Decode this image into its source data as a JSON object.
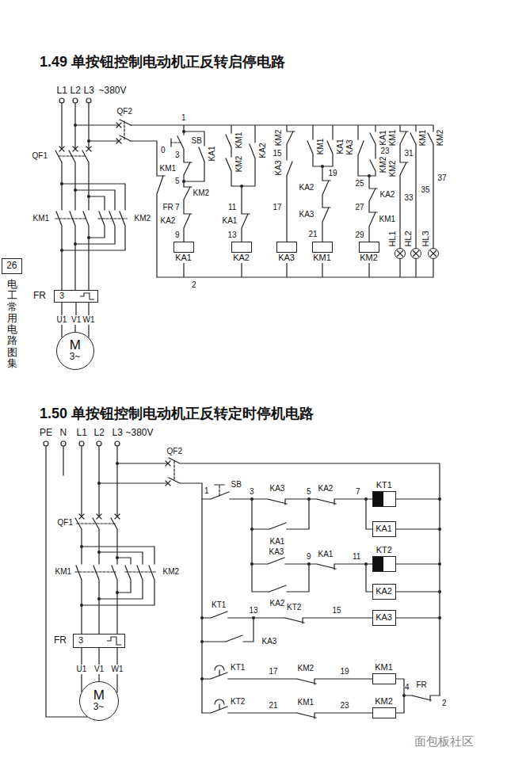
{
  "diagram": {
    "title": "1.49 单按钮控制电动机正反转启停电路",
    "nodes": [
      {
        "text": [
          "KA1"
        ]
      },
      {
        "text": [
          "KA2"
        ]
      },
      {
        "text": [
          "KA3"
        ]
      },
      {
        "text": [
          "KM1"
        ]
      },
      {
        "text": [
          "KM2"
        ]
      },
      {
        "text": [
          "HL1"
        ]
      },
      {
        "text": [
          "HL2"
        ]
      },
      {
        "text": [
          "HL3"
        ]
      },
      {
        "text": [
          "3"
        ]
      },
      {
        "text": [
          "M",
          "3~"
        ]
      },
      {
        "text": [
          "26"
        ]
      },
      {
        "text": [
          "KT1"
        ]
      },
      {
        "text": [
          "KA1"
        ]
      },
      {
        "text": [
          "KT2"
        ]
      },
      {
        "text": [
          "KA2"
        ]
      },
      {
        "text": [
          "KA3"
        ]
      },
      {
        "text": [
          "KM1"
        ]
      },
      {
        "text": [
          "KM2"
        ]
      },
      {
        "text": [
          "3"
        ]
      },
      {
        "text": [
          "M",
          "3~"
        ]
      }
    ],
    "edges": [
      {
        "from": 8,
        "to": 9,
        "arrow": "none"
      },
      {
        "from": 18,
        "to": 19,
        "arrow": "none"
      }
    ],
    "labels": [
      "L1",
      "L2",
      "L3",
      "~380V",
      "QF2",
      "QF1",
      "KM1",
      "KM2",
      "FR",
      "U1",
      "V1",
      "W1",
      "1",
      "0",
      "SB",
      "3",
      "KM1",
      "FR",
      "5",
      "KM2",
      "7",
      "KA2",
      "9",
      "KA1",
      "KM1",
      "KM2",
      "KA2",
      "11",
      "KA1",
      "13",
      "KM2",
      "15",
      "KA3",
      "17",
      "KM1",
      "KA1",
      "19",
      "KA2",
      "KA3",
      "21",
      "KA3",
      "KA1",
      "23",
      "KM2",
      "25",
      "KA2",
      "27",
      "KM1",
      "29",
      "KM1",
      "31",
      "KM2",
      "33",
      "KM1",
      "35",
      "KM2",
      "37",
      "2",
      "电工常用电路图集",
      "1.50 单按钮控制电动机正反转定时停机电路",
      "PE",
      "N",
      "L1",
      "L2",
      "L3",
      "~380V",
      "QF2",
      "QF1",
      "KM1",
      "KM2",
      "FR",
      "U1",
      "V1",
      "W1",
      "SB",
      "1",
      "3",
      "KA3",
      "5",
      "KA2",
      "7",
      "KA1",
      "KA3",
      "9",
      "KA1",
      "11",
      "KA2",
      "KT1",
      "13",
      "KT2",
      "15",
      "KA3",
      "KT1",
      "17",
      "KM2",
      "19",
      "KT2",
      "21",
      "KM1",
      "23",
      "4",
      "FR",
      "2",
      "面包板社区"
    ]
  }
}
